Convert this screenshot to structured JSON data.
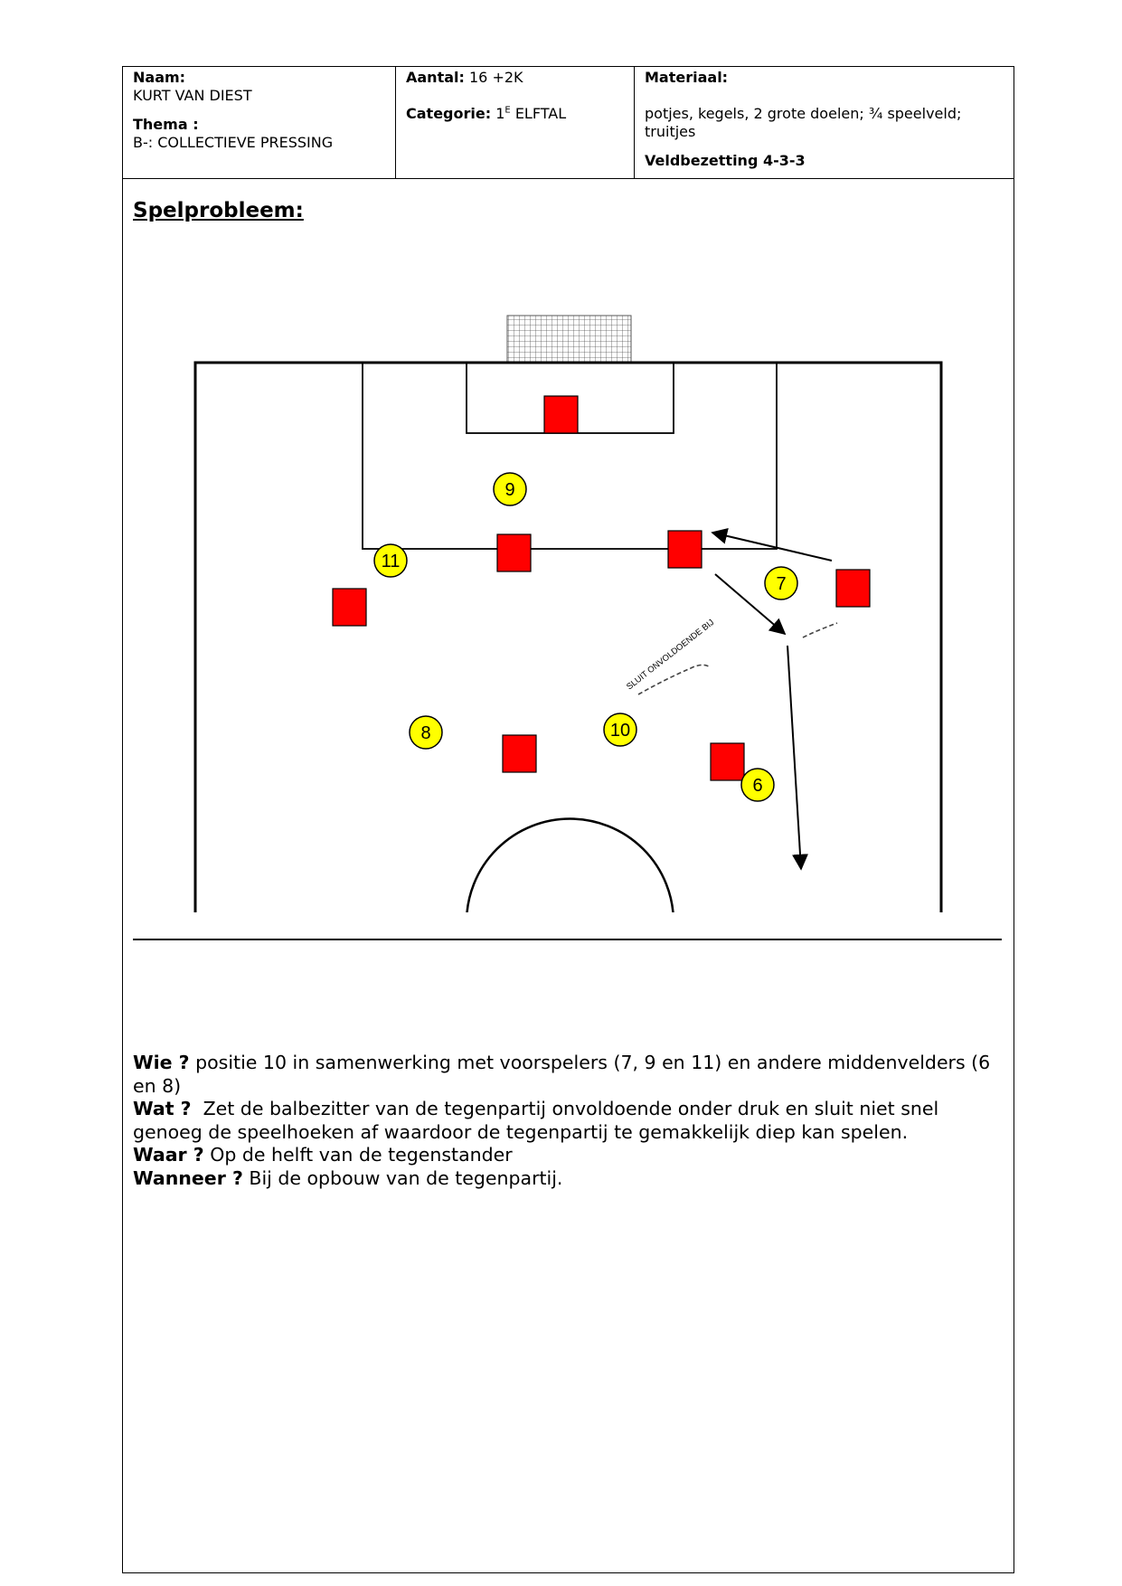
{
  "header": {
    "naam_label": "Naam:",
    "naam_value": "KURT VAN DIEST",
    "thema_label": "Thema :",
    "thema_value": "B-: COLLECTIEVE PRESSING",
    "aantal_label": "Aantal:",
    "aantal_value": "16 +2K",
    "categorie_label": "Categorie:",
    "categorie_value_num": "1",
    "categorie_value_sup": "E",
    "categorie_value_rest": "ELFTAL",
    "materiaal_label": "Materiaal:",
    "materiaal_value": "potjes, kegels, 2 grote doelen; ¾ speelveld; truitjes",
    "veldbezetting": "Veldbezetting 4-3-3"
  },
  "section_title": "Spelprobleem:",
  "diagram": {
    "players": [
      {
        "number": "9"
      },
      {
        "number": "11"
      },
      {
        "number": "7"
      },
      {
        "number": "8"
      },
      {
        "number": "10"
      },
      {
        "number": "6"
      }
    ],
    "annotation": "SLUIT ONVOLDOENDE BIJ",
    "colors": {
      "player": "#ffff00",
      "opponent": "#ff0000",
      "line": "#000000"
    }
  },
  "description": {
    "wie_label": "Wie ?",
    "wie_text": "positie 10 in samenwerking met voorspelers (7, 9 en 11) en andere middenvelders (6 en 8)",
    "wat_label": "Wat ?",
    "wat_text": "Zet de balbezitter van de tegenpartij onvoldoende onder druk en sluit niet snel genoeg de speelhoeken af waardoor de tegenpartij te gemakkelijk diep kan spelen.",
    "waar_label": "Waar ?",
    "waar_text": "Op de helft van de tegenstander",
    "wanneer_label": "Wanneer ?",
    "wanneer_text": "Bij de opbouw van de tegenpartij."
  }
}
